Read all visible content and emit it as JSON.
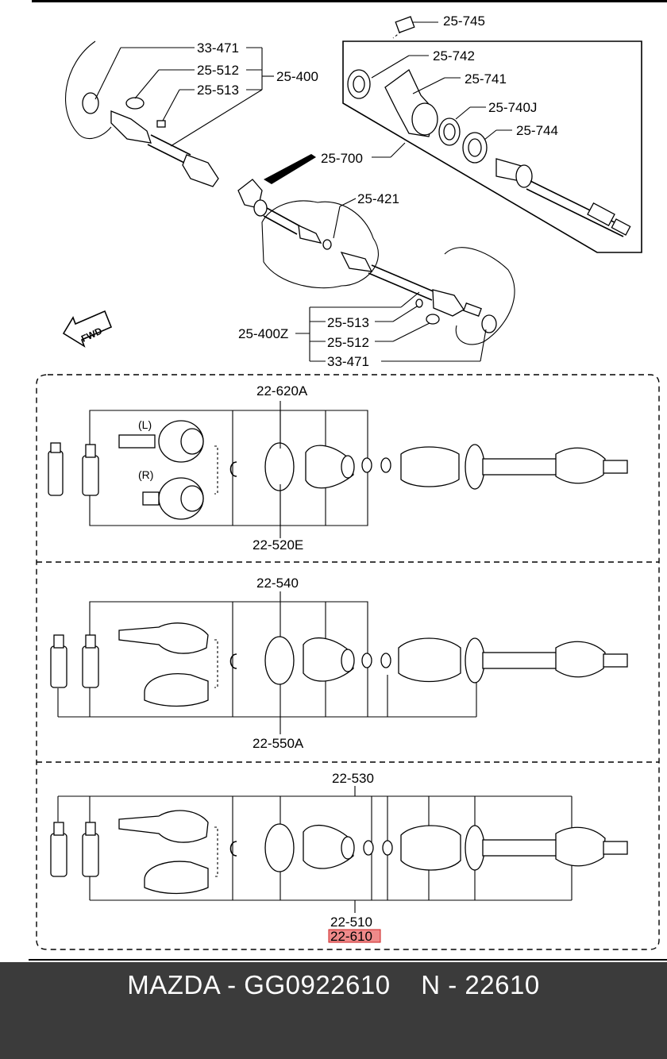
{
  "labels": {
    "c25_745": "25-745",
    "c25_742": "25-742",
    "c25_741": "25-741",
    "c25_740j": "25-740J",
    "c25_744": "25-744",
    "c25_700": "25-700",
    "c33_471_top": "33-471",
    "c25_512_top": "25-512",
    "c25_513_top": "25-513",
    "c25_400": "25-400",
    "c25_421": "25-421",
    "c25_400z": "25-400Z",
    "c25_513_bot": "25-513",
    "c25_512_bot": "25-512",
    "c33_471_bot": "33-471",
    "fwd": "FWD",
    "c22_620a": "22-620A",
    "side_l": "(L)",
    "side_r": "(R)",
    "c22_520e": "22-520E",
    "c22_540": "22-540",
    "c22_550a": "22-550A",
    "c22_530": "22-530",
    "c22_510": "22-510",
    "c22_610": "22-610"
  },
  "colors": {
    "highlight": "#ef8a8a",
    "footer_bg": "#3b3b3b",
    "footer_text": "#ffffff"
  },
  "footer": {
    "caption": "MAZDA - GG0922610    N - 22610"
  }
}
